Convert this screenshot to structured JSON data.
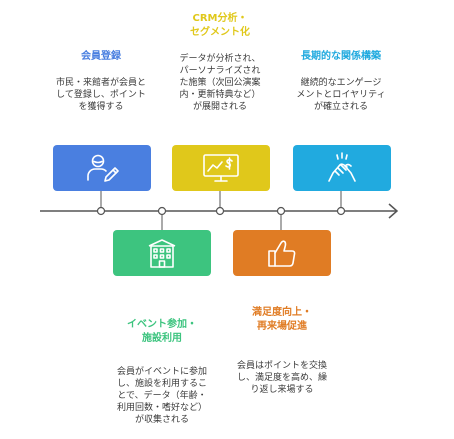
{
  "colors": {
    "blue": "#4a7fe0",
    "yellow": "#e0c81b",
    "cyan": "#21aadf",
    "green": "#3dc47f",
    "orange": "#e07c24",
    "axis": "#555555"
  },
  "steps": [
    {
      "title": "会員登録",
      "desc": "市民・来館者が会員と\nして登録し、ポイント\nを獲得する",
      "color": "#4a7fe0",
      "icon": "user-edit-icon"
    },
    {
      "title": "イベント参加・\n施設利用",
      "desc": "会員がイベントに参加\nし、施設を利用するこ\nとで、データ（年齢・\n利用回数・嗜好など）\nが収集される",
      "color": "#3dc47f",
      "icon": "building-icon"
    },
    {
      "title": "CRM分析・\nセグメント化",
      "desc": "データが分析され、\nパーソナライズされ\nた施策（次回公演案\n内・更新特典など）\nが展開される",
      "color": "#e0c81b",
      "icon": "monitor-dollar-icon"
    },
    {
      "title": "満足度向上・\n再来場促進",
      "desc": "会員はポイントを交換\nし、満足度を高め、繰\nり返し来場する",
      "color": "#e07c24",
      "icon": "thumbs-up-icon"
    },
    {
      "title": "長期的な関係構築",
      "desc": "継続的なエンゲージ\nメントとロイヤリティ\nが確立される",
      "color": "#21aadf",
      "icon": "handshake-icon"
    }
  ]
}
